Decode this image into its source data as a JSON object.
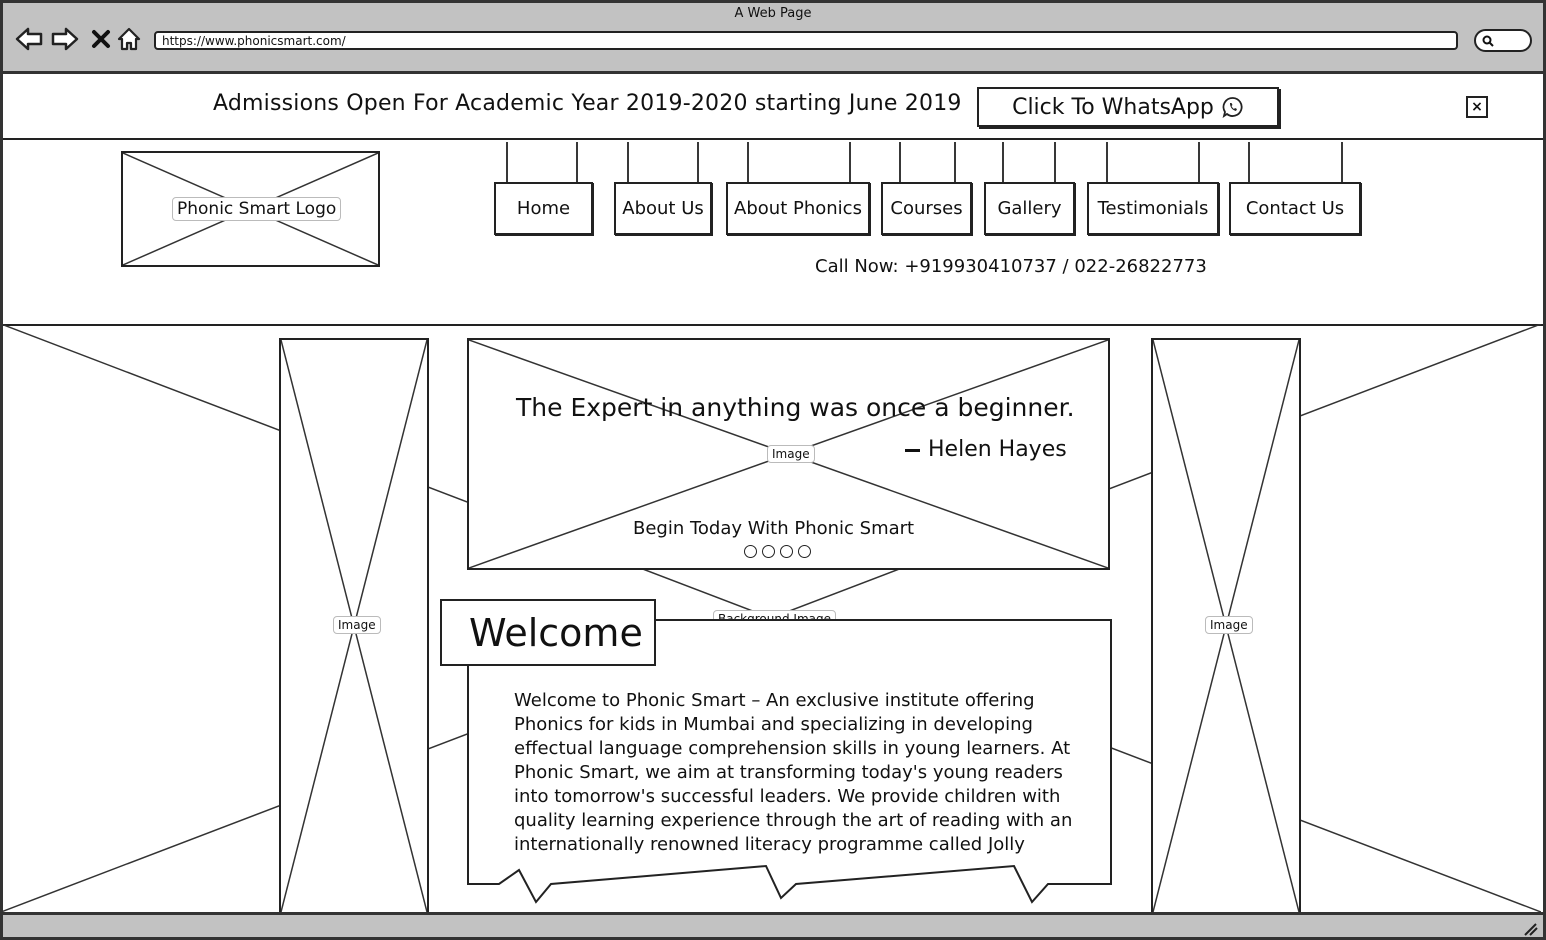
{
  "browser": {
    "window_title": "A Web Page",
    "url": "https://www.phonicsmart.com/"
  },
  "banner": {
    "text": "Admissions Open For Academic Year 2019-2020 starting June 2019",
    "whatsapp_label": "Click To WhatsApp",
    "close_label": "×"
  },
  "header": {
    "logo_label": "Phonic Smart Logo",
    "nav": [
      "Home",
      "About Us",
      "About Phonics",
      "Courses",
      "Gallery",
      "Testimonials",
      "Contact Us"
    ],
    "call_now": "Call Now: +919930410737 / 022-26822773"
  },
  "hero": {
    "background_label": "Background Image",
    "side_image_label": "Image",
    "slider": {
      "image_label": "Image",
      "quote": "The Expert in anything was once a beginner.",
      "author": "Helen Hayes",
      "tagline": "Begin Today With Phonic Smart",
      "slide_count": 4
    }
  },
  "welcome": {
    "title": "Welcome",
    "body": "Welcome to Phonic Smart – An exclusive institute offering Phonics for kids in Mumbai and specializing in developing effectual language comprehension skills in young learners. At Phonic Smart, we aim at transforming today's young readers into tomorrow's successful leaders. We provide children with quality learning experience through the art of reading with an internationally renowned literacy programme called Jolly"
  }
}
